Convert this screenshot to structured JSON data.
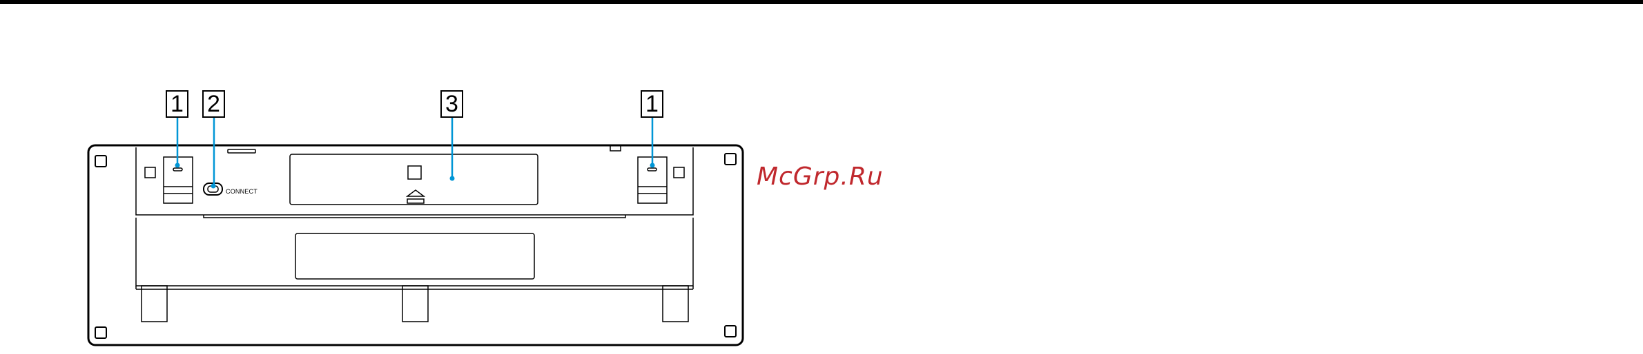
{
  "callouts": {
    "callout_1_left": "1",
    "callout_2": "2",
    "callout_3": "3",
    "callout_1_right": "1"
  },
  "labels": {
    "connect": "CONNECT"
  },
  "watermark": {
    "text": "McGrp.Ru",
    "color": "#c0282d"
  },
  "colors": {
    "leader_line": "#0096d6",
    "outline": "#000000"
  }
}
